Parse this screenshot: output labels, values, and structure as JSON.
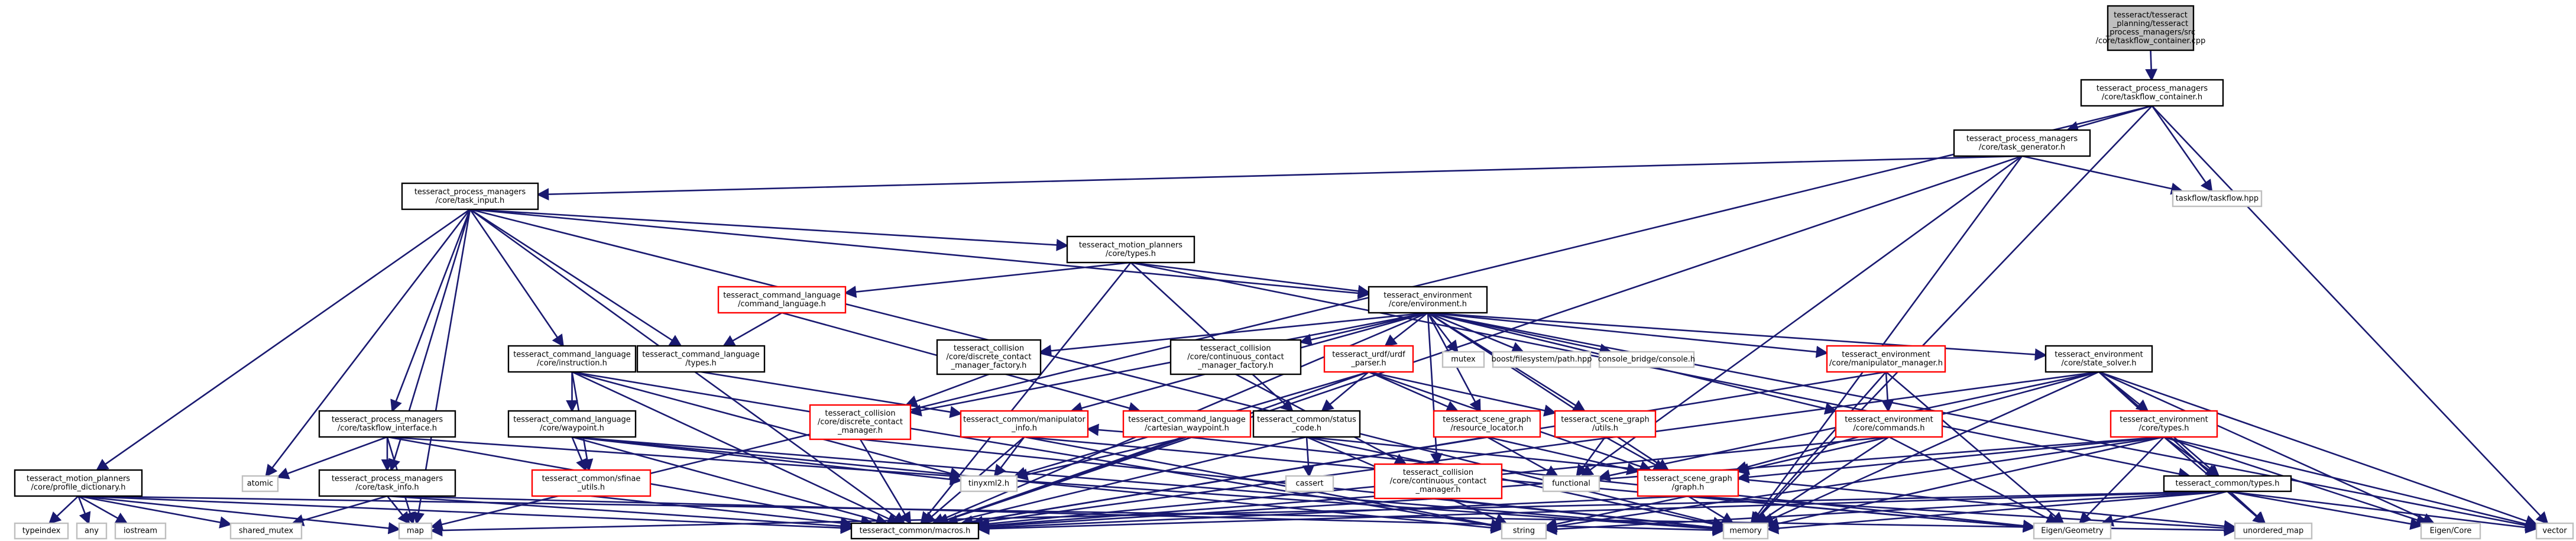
{
  "colors": {
    "edge": "#191970",
    "border_default": "#000000",
    "border_highlight": "#ff0000",
    "fill_root": "#bfbfbf",
    "fill_default": "#ffffff"
  },
  "nodes": [
    {
      "id": "root",
      "lines": [
        "tesseract/tesseract",
        "_planning/tesseract",
        "_process_managers/src",
        "/core/taskflow_container.cpp"
      ],
      "style": "root"
    },
    {
      "id": "taskflow_container",
      "lines": [
        "tesseract_process_managers",
        "/core/taskflow_container.h"
      ],
      "style": "default"
    },
    {
      "id": "task_generator",
      "lines": [
        "tesseract_process_managers",
        "/core/task_generator.h"
      ],
      "style": "default"
    },
    {
      "id": "taskflow_hpp",
      "lines": [
        "taskflow/taskflow.hpp"
      ],
      "style": "muted"
    },
    {
      "id": "task_input",
      "lines": [
        "tesseract_process_managers",
        "/core/task_input.h"
      ],
      "style": "default"
    },
    {
      "id": "mp_types",
      "lines": [
        "tesseract_motion_planners",
        "/core/types.h"
      ],
      "style": "default"
    },
    {
      "id": "cl_command_language",
      "lines": [
        "tesseract_command_language",
        "/command_language.h"
      ],
      "style": "red"
    },
    {
      "id": "environment",
      "lines": [
        "tesseract_environment",
        "/core/environment.h"
      ],
      "style": "default"
    },
    {
      "id": "cl_instruction",
      "lines": [
        "tesseract_command_language",
        "/core/instruction.h"
      ],
      "style": "default"
    },
    {
      "id": "cl_types",
      "lines": [
        "tesseract_command_language",
        "/types.h"
      ],
      "style": "default"
    },
    {
      "id": "discrete_factory",
      "lines": [
        "tesseract_collision",
        "/core/discrete_contact",
        "_manager_factory.h"
      ],
      "style": "default"
    },
    {
      "id": "continuous_factory",
      "lines": [
        "tesseract_collision",
        "/core/continuous_contact",
        "_manager_factory.h"
      ],
      "style": "default"
    },
    {
      "id": "urdf_parser",
      "lines": [
        "tesseract_urdf/urdf",
        "_parser.h"
      ],
      "style": "red"
    },
    {
      "id": "mutex",
      "lines": [
        "mutex"
      ],
      "style": "muted"
    },
    {
      "id": "boost_path",
      "lines": [
        "boost/filesystem/path.hpp"
      ],
      "style": "muted"
    },
    {
      "id": "console_bridge",
      "lines": [
        "console_bridge/console.h"
      ],
      "style": "muted"
    },
    {
      "id": "manipulator_manager",
      "lines": [
        "tesseract_environment",
        "/core/manipulator_manager.h"
      ],
      "style": "red"
    },
    {
      "id": "state_solver",
      "lines": [
        "tesseract_environment",
        "/core/state_solver.h"
      ],
      "style": "default"
    },
    {
      "id": "taskflow_interface",
      "lines": [
        "tesseract_process_managers",
        "/core/taskflow_interface.h"
      ],
      "style": "default"
    },
    {
      "id": "discrete_manager",
      "lines": [
        "tesseract_collision",
        "/core/discrete_contact",
        "_manager.h"
      ],
      "style": "red"
    },
    {
      "id": "manipulator_info",
      "lines": [
        "tesseract_common/manipulator",
        "_info.h"
      ],
      "style": "red"
    },
    {
      "id": "cartesian_waypoint",
      "lines": [
        "tesseract_command_language",
        "/cartesian_waypoint.h"
      ],
      "style": "red"
    },
    {
      "id": "status_code",
      "lines": [
        "tesseract_common/status",
        "_code.h"
      ],
      "style": "default"
    },
    {
      "id": "resource_locator",
      "lines": [
        "tesseract_scene_graph",
        "/resource_locator.h"
      ],
      "style": "red"
    },
    {
      "id": "sg_utils",
      "lines": [
        "tesseract_scene_graph",
        "/utils.h"
      ],
      "style": "red"
    },
    {
      "id": "env_commands",
      "lines": [
        "tesseract_environment",
        "/core/commands.h"
      ],
      "style": "red"
    },
    {
      "id": "env_types",
      "lines": [
        "tesseract_environment",
        "/core/types.h"
      ],
      "style": "red"
    },
    {
      "id": "waypoint",
      "lines": [
        "tesseract_command_language",
        "/core/waypoint.h"
      ],
      "style": "default"
    },
    {
      "id": "profile_dictionary",
      "lines": [
        "tesseract_motion_planners",
        "/core/profile_dictionary.h"
      ],
      "style": "default"
    },
    {
      "id": "atomic",
      "lines": [
        "atomic"
      ],
      "style": "muted"
    },
    {
      "id": "task_info",
      "lines": [
        "tesseract_process_managers",
        "/core/task_info.h"
      ],
      "style": "default"
    },
    {
      "id": "sfinae_utils",
      "lines": [
        "tesseract_common/sfinae",
        "_utils.h"
      ],
      "style": "red"
    },
    {
      "id": "tinyxml2",
      "lines": [
        "tinyxml2.h"
      ],
      "style": "muted"
    },
    {
      "id": "cassert",
      "lines": [
        "cassert"
      ],
      "style": "muted"
    },
    {
      "id": "continuous_manager",
      "lines": [
        "tesseract_collision",
        "/core/continuous_contact",
        "_manager.h"
      ],
      "style": "red"
    },
    {
      "id": "functional",
      "lines": [
        "functional"
      ],
      "style": "muted"
    },
    {
      "id": "sg_graph",
      "lines": [
        "tesseract_scene_graph",
        "/graph.h"
      ],
      "style": "red"
    },
    {
      "id": "common_types",
      "lines": [
        "tesseract_common/types.h"
      ],
      "style": "default"
    },
    {
      "id": "typeindex",
      "lines": [
        "typeindex"
      ],
      "style": "muted"
    },
    {
      "id": "any",
      "lines": [
        "any"
      ],
      "style": "muted"
    },
    {
      "id": "iostream",
      "lines": [
        "iostream"
      ],
      "style": "muted"
    },
    {
      "id": "shared_mutex",
      "lines": [
        "shared_mutex"
      ],
      "style": "muted"
    },
    {
      "id": "map",
      "lines": [
        "map"
      ],
      "style": "muted"
    },
    {
      "id": "macros",
      "lines": [
        "tesseract_common/macros.h"
      ],
      "style": "default"
    },
    {
      "id": "string",
      "lines": [
        "string"
      ],
      "style": "muted"
    },
    {
      "id": "memory",
      "lines": [
        "memory"
      ],
      "style": "muted"
    },
    {
      "id": "eigen_geometry",
      "lines": [
        "Eigen/Geometry"
      ],
      "style": "muted"
    },
    {
      "id": "unordered_map",
      "lines": [
        "unordered_map"
      ],
      "style": "muted"
    },
    {
      "id": "eigen_core",
      "lines": [
        "Eigen/Core"
      ],
      "style": "muted"
    },
    {
      "id": "vector",
      "lines": [
        "vector"
      ],
      "style": "muted"
    }
  ],
  "edges": [
    [
      "root",
      "taskflow_container"
    ],
    [
      "taskflow_container",
      "task_generator"
    ],
    [
      "taskflow_container",
      "taskflow_hpp"
    ],
    [
      "taskflow_container",
      "map"
    ],
    [
      "taskflow_container",
      "vector"
    ],
    [
      "taskflow_container",
      "memory"
    ],
    [
      "task_generator",
      "task_input"
    ],
    [
      "task_generator",
      "taskflow_hpp"
    ],
    [
      "task_generator",
      "macros"
    ],
    [
      "task_generator",
      "functional"
    ],
    [
      "task_generator",
      "memory"
    ],
    [
      "task_input",
      "mp_types"
    ],
    [
      "task_input",
      "environment"
    ],
    [
      "task_input",
      "cl_instruction"
    ],
    [
      "task_input",
      "cl_types"
    ],
    [
      "task_input",
      "taskflow_interface"
    ],
    [
      "task_input",
      "task_info"
    ],
    [
      "task_input",
      "profile_dictionary"
    ],
    [
      "task_input",
      "atomic"
    ],
    [
      "task_input",
      "macros"
    ],
    [
      "task_input",
      "map"
    ],
    [
      "task_input",
      "memory"
    ],
    [
      "mp_types",
      "cl_command_language"
    ],
    [
      "mp_types",
      "environment"
    ],
    [
      "mp_types",
      "status_code"
    ],
    [
      "mp_types",
      "common_types"
    ],
    [
      "mp_types",
      "macros"
    ],
    [
      "cl_command_language",
      "cl_types"
    ],
    [
      "cl_command_language",
      "cartesian_waypoint"
    ],
    [
      "environment",
      "discrete_factory"
    ],
    [
      "environment",
      "continuous_factory"
    ],
    [
      "environment",
      "urdf_parser"
    ],
    [
      "environment",
      "mutex"
    ],
    [
      "environment",
      "boost_path"
    ],
    [
      "environment",
      "console_bridge"
    ],
    [
      "environment",
      "manipulator_manager"
    ],
    [
      "environment",
      "state_solver"
    ],
    [
      "environment",
      "discrete_manager"
    ],
    [
      "environment",
      "manipulator_info"
    ],
    [
      "environment",
      "resource_locator"
    ],
    [
      "environment",
      "sg_utils"
    ],
    [
      "environment",
      "env_commands"
    ],
    [
      "environment",
      "sg_graph"
    ],
    [
      "environment",
      "macros"
    ],
    [
      "environment",
      "vector"
    ],
    [
      "environment",
      "continuous_manager"
    ],
    [
      "cl_instruction",
      "waypoint"
    ],
    [
      "cl_instruction",
      "sfinae_utils"
    ],
    [
      "cl_instruction",
      "tinyxml2"
    ],
    [
      "cl_instruction",
      "macros"
    ],
    [
      "cl_instruction",
      "string"
    ],
    [
      "cl_types",
      "manipulator_info"
    ],
    [
      "discrete_factory",
      "discrete_manager"
    ],
    [
      "continuous_factory",
      "continuous_manager"
    ],
    [
      "urdf_parser",
      "status_code"
    ],
    [
      "urdf_parser",
      "resource_locator"
    ],
    [
      "urdf_parser",
      "sg_graph"
    ],
    [
      "urdf_parser",
      "tinyxml2"
    ],
    [
      "urdf_parser",
      "macros"
    ],
    [
      "urdf_parser",
      "sg_utils"
    ],
    [
      "manipulator_manager",
      "env_commands"
    ],
    [
      "manipulator_manager",
      "eigen_geometry"
    ],
    [
      "manipulator_manager",
      "memory"
    ],
    [
      "manipulator_manager",
      "macros"
    ],
    [
      "state_solver",
      "env_types"
    ],
    [
      "state_solver",
      "sg_graph"
    ],
    [
      "state_solver",
      "common_types"
    ],
    [
      "state_solver",
      "eigen_core"
    ],
    [
      "state_solver",
      "vector"
    ],
    [
      "state_solver",
      "macros"
    ],
    [
      "state_solver",
      "memory"
    ],
    [
      "state_solver",
      "functional"
    ],
    [
      "state_solver",
      "unordered_map"
    ],
    [
      "taskflow_interface",
      "task_info"
    ],
    [
      "taskflow_interface",
      "atomic"
    ],
    [
      "taskflow_interface",
      "map"
    ],
    [
      "taskflow_interface",
      "macros"
    ],
    [
      "taskflow_interface",
      "memory"
    ],
    [
      "discrete_manager",
      "macros"
    ],
    [
      "discrete_manager",
      "memory"
    ],
    [
      "manipulator_info",
      "tinyxml2"
    ],
    [
      "manipulator_info",
      "macros"
    ],
    [
      "manipulator_info",
      "string"
    ],
    [
      "manipulator_info",
      "eigen_geometry"
    ],
    [
      "cartesian_waypoint",
      "tinyxml2"
    ],
    [
      "cartesian_waypoint",
      "eigen_geometry"
    ],
    [
      "cartesian_waypoint",
      "macros"
    ],
    [
      "cartesian_waypoint",
      "manipulator_info"
    ],
    [
      "status_code",
      "cassert"
    ],
    [
      "status_code",
      "macros"
    ],
    [
      "status_code",
      "memory"
    ],
    [
      "status_code",
      "string"
    ],
    [
      "status_code",
      "unordered_map"
    ],
    [
      "resource_locator",
      "functional"
    ],
    [
      "resource_locator",
      "sg_graph"
    ],
    [
      "resource_locator",
      "macros"
    ],
    [
      "sg_utils",
      "sg_graph"
    ],
    [
      "sg_utils",
      "functional"
    ],
    [
      "env_commands",
      "sg_graph"
    ],
    [
      "env_commands",
      "macros"
    ],
    [
      "env_commands",
      "memory"
    ],
    [
      "env_commands",
      "eigen_geometry"
    ],
    [
      "env_types",
      "common_types"
    ],
    [
      "env_types",
      "sg_graph"
    ],
    [
      "env_types",
      "eigen_geometry"
    ],
    [
      "env_types",
      "eigen_core"
    ],
    [
      "env_types",
      "vector"
    ],
    [
      "env_types",
      "unordered_map"
    ],
    [
      "env_types",
      "macros"
    ],
    [
      "env_types",
      "memory"
    ],
    [
      "env_types",
      "string"
    ],
    [
      "waypoint",
      "sfinae_utils"
    ],
    [
      "waypoint",
      "tinyxml2"
    ],
    [
      "waypoint",
      "macros"
    ],
    [
      "waypoint",
      "string"
    ],
    [
      "waypoint",
      "memory"
    ],
    [
      "profile_dictionary",
      "typeindex"
    ],
    [
      "profile_dictionary",
      "any"
    ],
    [
      "profile_dictionary",
      "iostream"
    ],
    [
      "profile_dictionary",
      "shared_mutex"
    ],
    [
      "profile_dictionary",
      "map"
    ],
    [
      "profile_dictionary",
      "unordered_map"
    ],
    [
      "profile_dictionary",
      "macros"
    ],
    [
      "task_info",
      "shared_mutex"
    ],
    [
      "task_info",
      "map"
    ],
    [
      "task_info",
      "macros"
    ],
    [
      "task_info",
      "memory"
    ],
    [
      "sfinae_utils",
      "macros"
    ],
    [
      "continuous_manager",
      "macros"
    ],
    [
      "continuous_manager",
      "memory"
    ],
    [
      "sg_graph",
      "macros"
    ],
    [
      "sg_graph",
      "string"
    ],
    [
      "sg_graph",
      "memory"
    ],
    [
      "sg_graph",
      "unordered_map"
    ],
    [
      "sg_graph",
      "eigen_geometry"
    ],
    [
      "common_types",
      "macros"
    ],
    [
      "common_types",
      "eigen_core"
    ],
    [
      "common_types",
      "eigen_geometry"
    ],
    [
      "common_types",
      "vector"
    ],
    [
      "common_types",
      "unordered_map"
    ],
    [
      "common_types",
      "map"
    ],
    [
      "common_types",
      "memory"
    ],
    [
      "common_types",
      "string"
    ]
  ]
}
